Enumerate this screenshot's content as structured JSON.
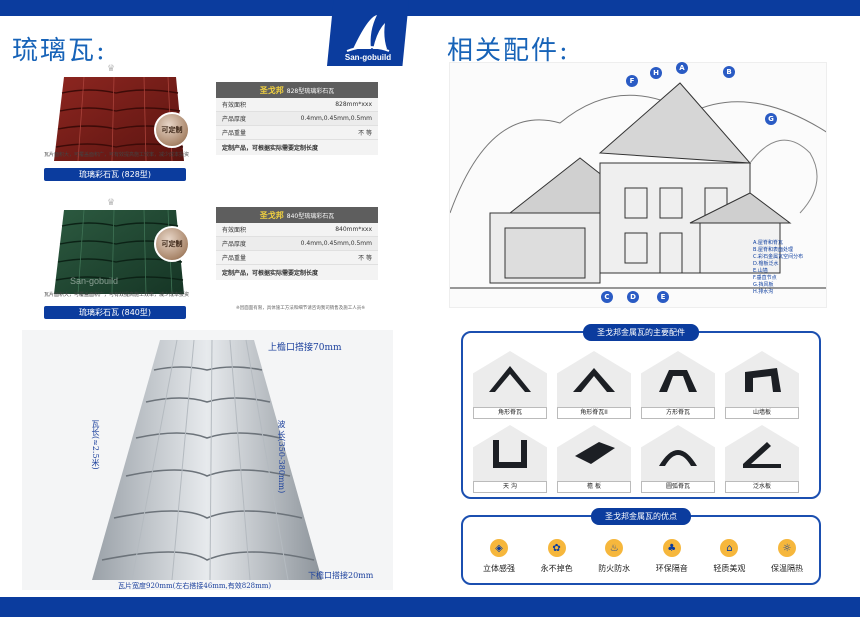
{
  "header": {
    "brand": "San-gobuild",
    "title_left": "琉璃瓦:",
    "title_right": "相关配件:"
  },
  "tiles": [
    {
      "badge": "可定制",
      "note": "瓦片面积大，可覆盖面积广，可有效提高施工效率，减少成本投资",
      "caption": "琉璃彩石瓦 (828型)",
      "color": "#7a1f1a",
      "spec": {
        "brand": "圣戈邦",
        "model": "828型琉璃彩石瓦",
        "rows": [
          {
            "label": "有效面积",
            "value": "828mm*xxx"
          },
          {
            "label": "产品厚度",
            "value": "0.4mm,0.45mm,0.5mm"
          },
          {
            "label": "产品重量",
            "value": "不 等"
          }
        ],
        "note": "定制产品，可根据实际需要定制长度"
      }
    },
    {
      "badge": "可定制",
      "watermark": "San-gobuild",
      "note": "瓦片面积大，可覆盖面积广，可有效提高施工效率，减少成本投资",
      "caption": "琉璃彩石瓦 (840型)",
      "color": "#1f4a32",
      "spec": {
        "brand": "圣戈邦",
        "model": "840型琉璃彩石瓦",
        "rows": [
          {
            "label": "有效面积",
            "value": "840mm*xxx"
          },
          {
            "label": "产品厚度",
            "value": "0.4mm,0.45mm,0.5mm"
          },
          {
            "label": "产品重量",
            "value": "不 等"
          }
        ],
        "note": "定制产品，可根据实际需要定制长度"
      }
    }
  ],
  "footnote": "※因面面有限，具体施工方法和细节请咨询我司销售及施工人员※",
  "photo_dims": {
    "top": "上檐口搭接70mm",
    "wave": "波 长(350-380mm)",
    "length": "瓦长(≈2.5米)",
    "bottom_lap": "下檐口搭接20mm",
    "width": "瓦片宽度920mm(左右搭接46mm,有效828mm)"
  },
  "house": {
    "markers": [
      "A",
      "B",
      "C",
      "D",
      "E",
      "F",
      "G",
      "H"
    ],
    "legend": [
      "A.屋脊和脊瓦",
      "B.屋脊和表面处理",
      "C.彩石金属瓦空间分布",
      "D.檐板泛水",
      "E.山墙",
      "F.垂直节点",
      "G.挡风板",
      "H.排水沟"
    ]
  },
  "accessories": {
    "title": "圣戈邦金属瓦的主要配件",
    "items": [
      {
        "label": "角形脊瓦",
        "icon": "angle-ridge-icon"
      },
      {
        "label": "角形脊瓦II",
        "icon": "angle-ridge-2-icon"
      },
      {
        "label": "方形脊瓦",
        "icon": "square-ridge-icon"
      },
      {
        "label": "山墙板",
        "icon": "gable-board-icon"
      },
      {
        "label": "天 沟",
        "icon": "gutter-icon"
      },
      {
        "label": "檐 板",
        "icon": "eave-board-icon"
      },
      {
        "label": "圆弧脊瓦",
        "icon": "round-ridge-icon"
      },
      {
        "label": "泛水板",
        "icon": "flashing-icon"
      }
    ]
  },
  "advantages": {
    "title": "圣戈邦金属瓦的优点",
    "items": [
      {
        "label": "立体感强",
        "icon": "cube-icon"
      },
      {
        "label": "永不掉色",
        "icon": "palette-icon"
      },
      {
        "label": "防火防水",
        "icon": "fire-icon"
      },
      {
        "label": "环保隔音",
        "icon": "leaf-icon"
      },
      {
        "label": "轻质美观",
        "icon": "home-icon"
      },
      {
        "label": "保温隔热",
        "icon": "thermo-icon"
      }
    ]
  }
}
